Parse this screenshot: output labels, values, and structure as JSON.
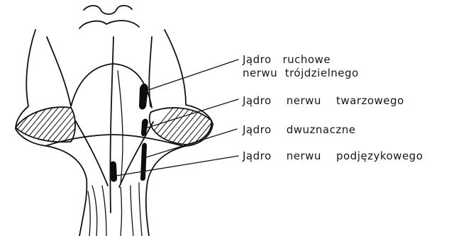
{
  "labels": {
    "motor_trigeminal_line1": "Jądro   ruchowe",
    "motor_trigeminal_line2": "nerwu  trójdzielnego",
    "facial": "Jądro    nerwu    twarzowego",
    "ambiguus": "Jądro    dwuznaczne",
    "hypoglossal": "Jądro    nerwu    podjęzykowego"
  }
}
